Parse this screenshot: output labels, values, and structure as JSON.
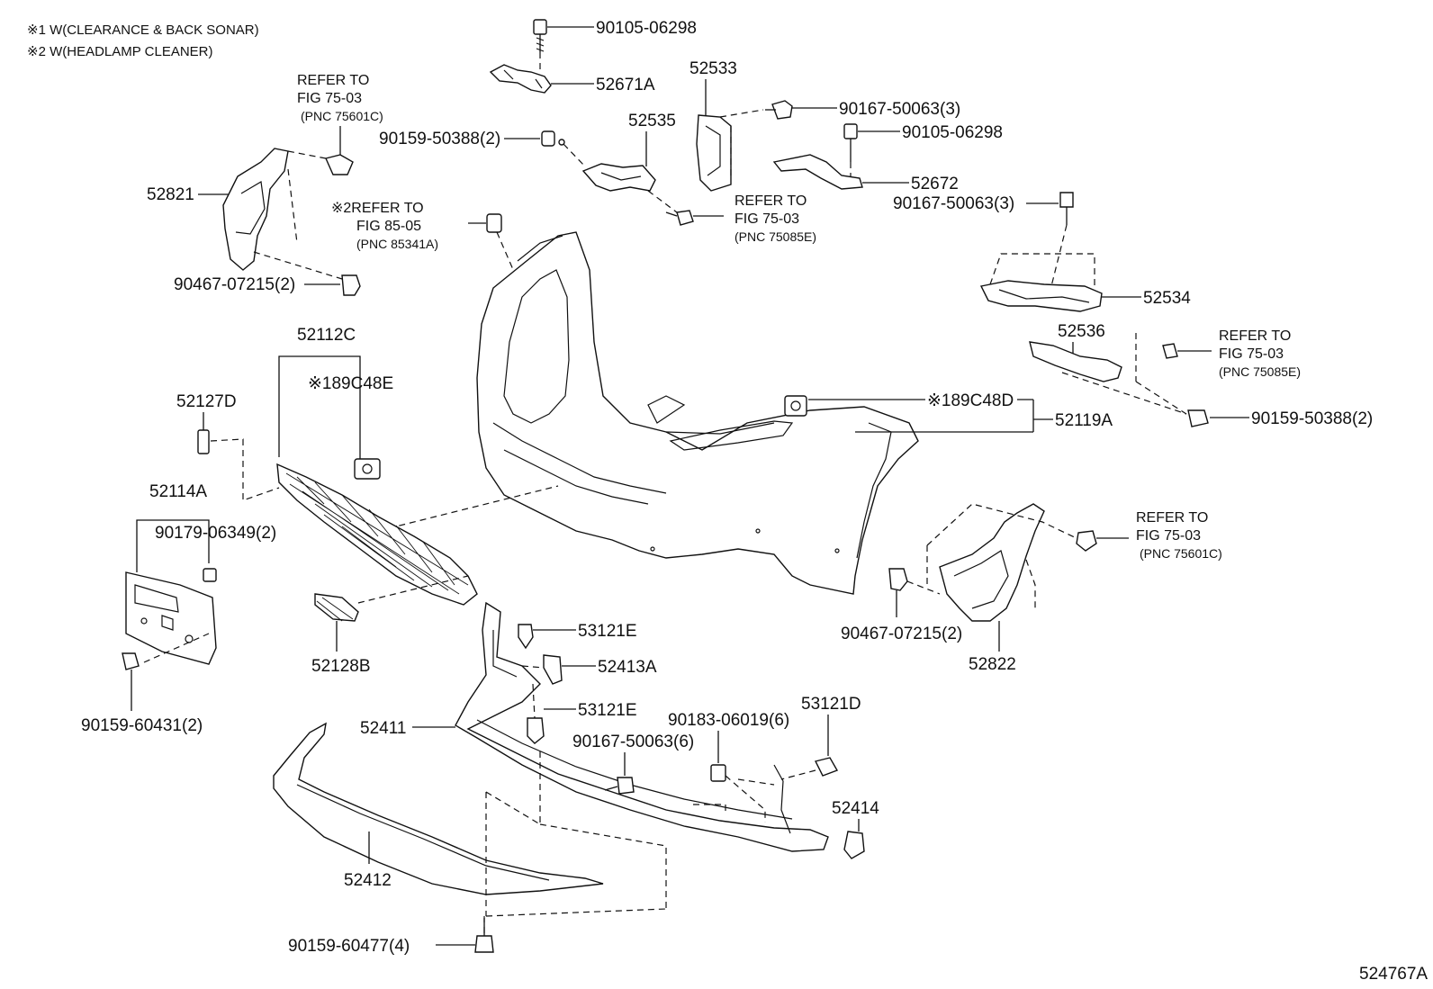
{
  "notes": [
    "※1 W(CLEARANCE & BACK SONAR)",
    "※2 W(HEADLAMP CLEANER)"
  ],
  "figure_id": "524767A",
  "parts": {
    "p90105_top": "90105-06298",
    "p52671A": "52671A",
    "p52533": "52533",
    "p52535": "52535",
    "p90159_50388_left": "90159-50388(2)",
    "p90167_50063_top": "90167-50063(3)",
    "p90105_right": "90105-06298",
    "p52672": "52672",
    "p90167_50063_mid": "90167-50063(3)",
    "p52821": "52821",
    "p90467_left": "90467-07215(2)",
    "p52534": "52534",
    "p52536": "52536",
    "p52112C": "52112C",
    "p89C48E": "※189C48E",
    "p52127D": "52127D",
    "p89C48D": "※189C48D",
    "p52119A": "52119A",
    "p90159_50388_right": "90159-50388(2)",
    "p52114A": "52114A",
    "p90179": "90179-06349(2)",
    "p90467_right": "90467-07215(2)",
    "p52822": "52822",
    "p53121E_top": "53121E",
    "p52413A": "52413A",
    "p52128B": "52128B",
    "p53121E_mid": "53121E",
    "p90183": "90183-06019(6)",
    "p53121D": "53121D",
    "p90159_60431": "90159-60431(2)",
    "p52411": "52411",
    "p90167_50063_bot": "90167-50063(6)",
    "p52414": "52414",
    "p52412": "52412",
    "p90159_60477": "90159-60477(4)"
  },
  "refs": {
    "ref_75601C_left": {
      "line1": "REFER TO",
      "line2": "FIG 75-03",
      "pnc": "(PNC 75601C)"
    },
    "ref_85341A": {
      "line1": "※2REFER TO",
      "line2": "FIG 85-05",
      "pnc": "(PNC 85341A)"
    },
    "ref_75085E_mid": {
      "line1": "REFER TO",
      "line2": "FIG 75-03",
      "pnc": "(PNC 75085E)"
    },
    "ref_75085E_right": {
      "line1": "REFER TO",
      "line2": "FIG 75-03",
      "pnc": "(PNC 75085E)"
    },
    "ref_75601C_right": {
      "line1": "REFER TO",
      "line2": "FIG 75-03",
      "pnc": "(PNC 75601C)"
    }
  }
}
